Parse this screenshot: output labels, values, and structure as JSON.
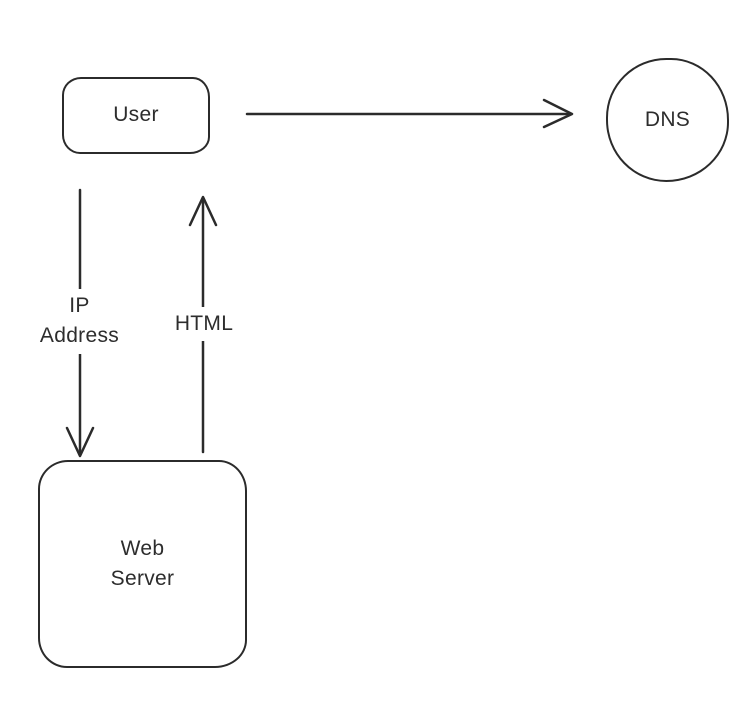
{
  "diagram": {
    "background": "#ffffff",
    "stroke_color": "#2b2b2b",
    "text_color": "#2d2d2d",
    "nodes": {
      "user": {
        "label": "User",
        "shape": "rounded-rectangle"
      },
      "dns": {
        "label": "DNS",
        "shape": "circle"
      },
      "web_server": {
        "label": "Web Server",
        "shape": "rounded-rectangle"
      }
    },
    "edges": [
      {
        "from": "User",
        "to": "DNS",
        "label": "",
        "direction": "right"
      },
      {
        "from": "User",
        "to": "Web Server",
        "label": "IP Address",
        "direction": "down"
      },
      {
        "from": "Web Server",
        "to": "User",
        "label": "HTML",
        "direction": "up"
      }
    ]
  }
}
